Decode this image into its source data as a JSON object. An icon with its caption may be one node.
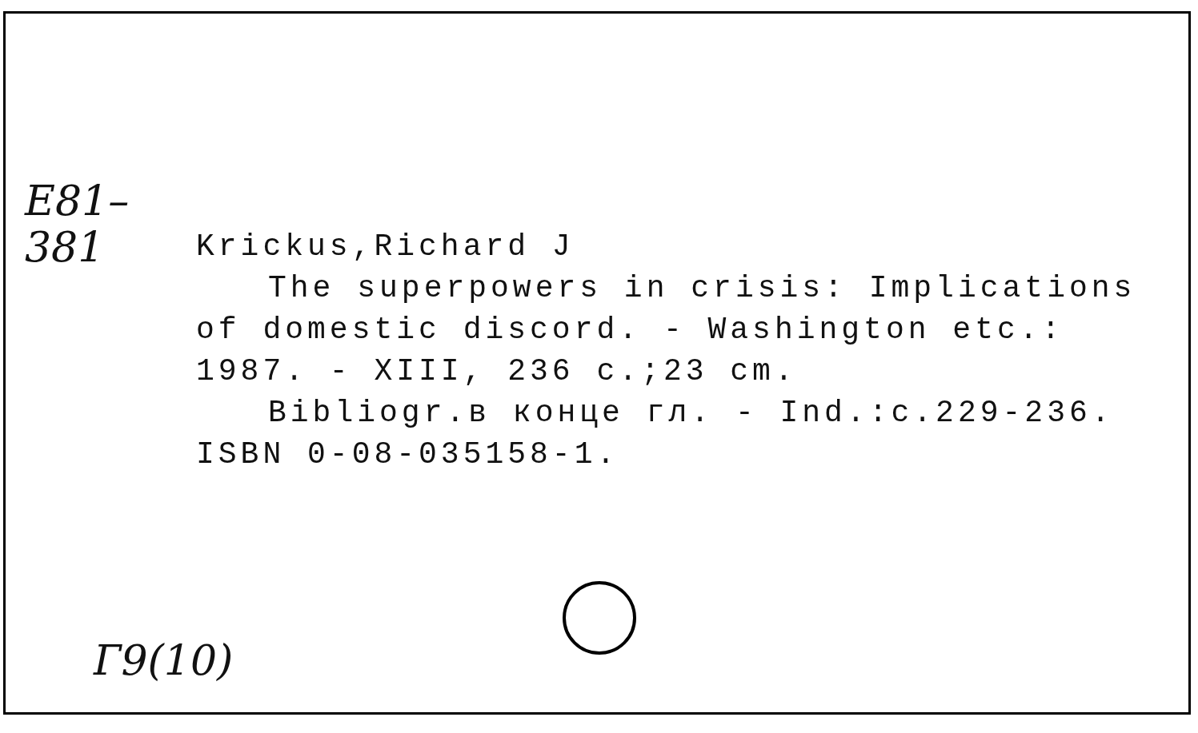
{
  "diagram": {
    "nodes": [
      {
        "text": [],
        "shape": "circle"
      }
    ],
    "labels": [
      "E81– 381",
      "Krickus,Richard J",
      "The superpowers in crisis: Implications of domestic discord. - Washington etc.: 1987. - XIII, 236 c.;23 cm.",
      "Bibliogr.в конце гл. - Ind.:c.229-236.",
      "ISBN 0-08-035158-1.",
      "Г9(10)"
    ]
  }
}
